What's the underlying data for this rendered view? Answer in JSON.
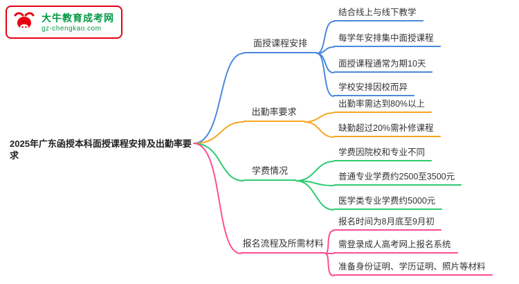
{
  "logo": {
    "icon": "bull-icon",
    "title": "大牛教育成考网",
    "url": "gz-chengkao.com",
    "border_color": "#e60012",
    "text_color": "#009944"
  },
  "root": {
    "label": "2025年广东函授本科面授课程安排及出勤率要求"
  },
  "branches": [
    {
      "label": "面授课程安排",
      "color": "#4a89dc",
      "children": [
        "结合线上与线下教学",
        "每学年安排集中面授课程",
        "面授课程通常为期10天",
        "学校安排因校而异"
      ]
    },
    {
      "label": "出勤率要求",
      "color": "#f5a623",
      "children": [
        "出勤率需达到80%以上",
        "缺勤超过20%需补修课程"
      ]
    },
    {
      "label": "学费情况",
      "color": "#2ecc71",
      "children": [
        "学费因院校和专业不同",
        "普通专业学费约2500至3500元",
        "医学类专业学费约5000元"
      ]
    },
    {
      "label": "报名流程及所需材料",
      "color": "#ff4d94",
      "children": [
        "报名时间为8月底至9月初",
        "需登录成人高考网上报名系统",
        "准备身份证明、学历证明、照片等材料"
      ]
    }
  ]
}
